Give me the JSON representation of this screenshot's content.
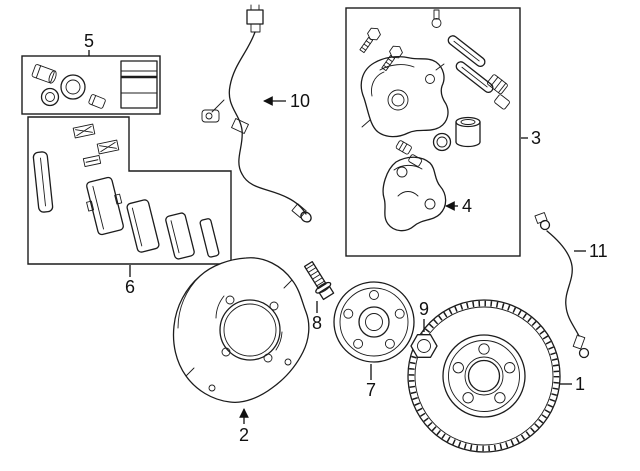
{
  "figure": {
    "background": "#ffffff",
    "line_color": "#1c1c1c",
    "callouts": [
      {
        "num": "1",
        "part": "brake-rotor"
      },
      {
        "num": "2",
        "part": "splash-shield"
      },
      {
        "num": "3",
        "part": "brake-caliper-assembly"
      },
      {
        "num": "4",
        "part": "caliper-bracket"
      },
      {
        "num": "5",
        "part": "caliper-seal-kit"
      },
      {
        "num": "6",
        "part": "brake-pad-set"
      },
      {
        "num": "7",
        "part": "wheel-hub-assembly"
      },
      {
        "num": "8",
        "part": "wheel-stud"
      },
      {
        "num": "9",
        "part": "axle-nut"
      },
      {
        "num": "10",
        "part": "abs-wheel-speed-sensor"
      },
      {
        "num": "11",
        "part": "brake-hydraulic-hose"
      }
    ]
  }
}
